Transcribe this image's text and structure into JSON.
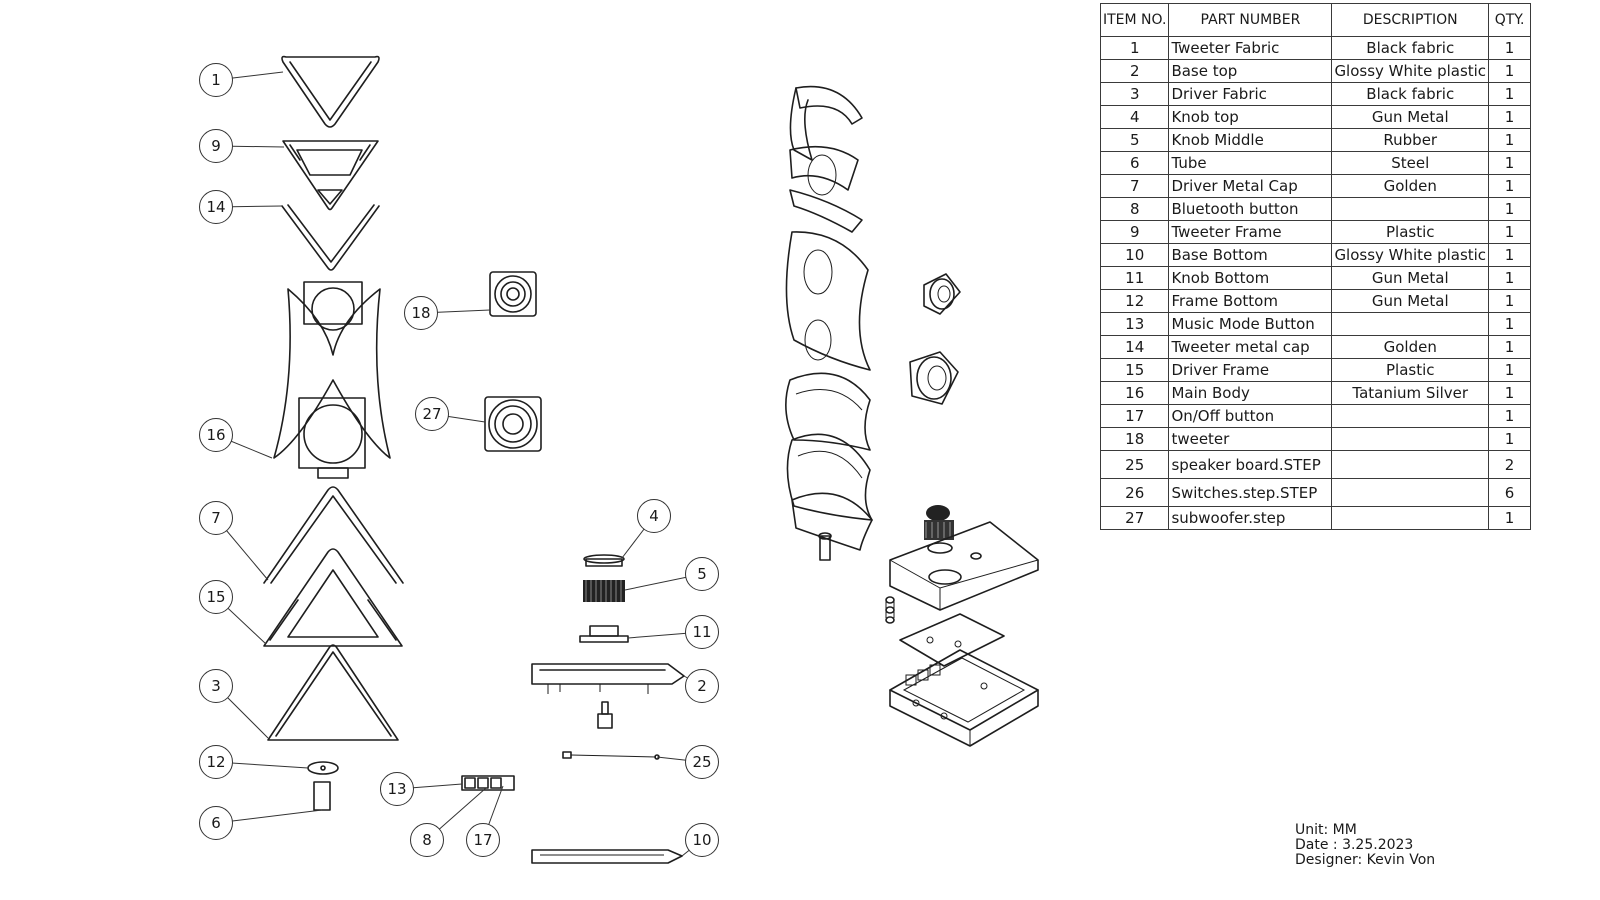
{
  "bom": {
    "headers": {
      "item": "ITEM NO.",
      "part": "PART NUMBER",
      "desc": "DESCRIPTION",
      "qty": "QTY."
    },
    "rows": [
      {
        "item": "1",
        "part": "Tweeter Fabric",
        "desc": "Black fabric",
        "qty": "1"
      },
      {
        "item": "2",
        "part": "Base top",
        "desc": "Glossy White plastic",
        "qty": "1"
      },
      {
        "item": "3",
        "part": "Driver Fabric",
        "desc": "Black fabric",
        "qty": "1"
      },
      {
        "item": "4",
        "part": "Knob top",
        "desc": "Gun Metal",
        "qty": "1"
      },
      {
        "item": "5",
        "part": "Knob Middle",
        "desc": "Rubber",
        "qty": "1"
      },
      {
        "item": "6",
        "part": "Tube",
        "desc": "Steel",
        "qty": "1"
      },
      {
        "item": "7",
        "part": "Driver Metal Cap",
        "desc": "Golden",
        "qty": "1"
      },
      {
        "item": "8",
        "part": "Bluetooth button",
        "desc": "",
        "qty": "1"
      },
      {
        "item": "9",
        "part": "Tweeter Frame",
        "desc": "Plastic",
        "qty": "1"
      },
      {
        "item": "10",
        "part": "Base Bottom",
        "desc": "Glossy White plastic",
        "qty": "1"
      },
      {
        "item": "11",
        "part": "Knob Bottom",
        "desc": "Gun Metal",
        "qty": "1"
      },
      {
        "item": "12",
        "part": "Frame Bottom",
        "desc": "Gun Metal",
        "qty": "1"
      },
      {
        "item": "13",
        "part": "Music Mode Button",
        "desc": "",
        "qty": "1"
      },
      {
        "item": "14",
        "part": "Tweeter metal cap",
        "desc": "Golden",
        "qty": "1"
      },
      {
        "item": "15",
        "part": "Driver Frame",
        "desc": "Plastic",
        "qty": "1"
      },
      {
        "item": "16",
        "part": "Main Body",
        "desc": "Tatanium Silver",
        "qty": "1"
      },
      {
        "item": "17",
        "part": "On/Off button",
        "desc": "",
        "qty": "1"
      },
      {
        "item": "18",
        "part": "tweeter",
        "desc": "",
        "qty": "1"
      },
      {
        "item": "25",
        "part": "speaker board.STEP",
        "desc": "",
        "qty": "2"
      },
      {
        "item": "26",
        "part": "Switches.step.STEP",
        "desc": "",
        "qty": "6"
      },
      {
        "item": "27",
        "part": "subwoofer.step",
        "desc": "",
        "qty": "1"
      }
    ]
  },
  "info": {
    "unit": "Unit: MM",
    "date": "Date : 3.25.2023",
    "designer": "Designer: Kevin Von"
  },
  "callouts": [
    "1",
    "9",
    "14",
    "16",
    "18",
    "27",
    "7",
    "15",
    "3",
    "12",
    "6",
    "13",
    "8",
    "17",
    "4",
    "5",
    "11",
    "2",
    "25",
    "10"
  ]
}
